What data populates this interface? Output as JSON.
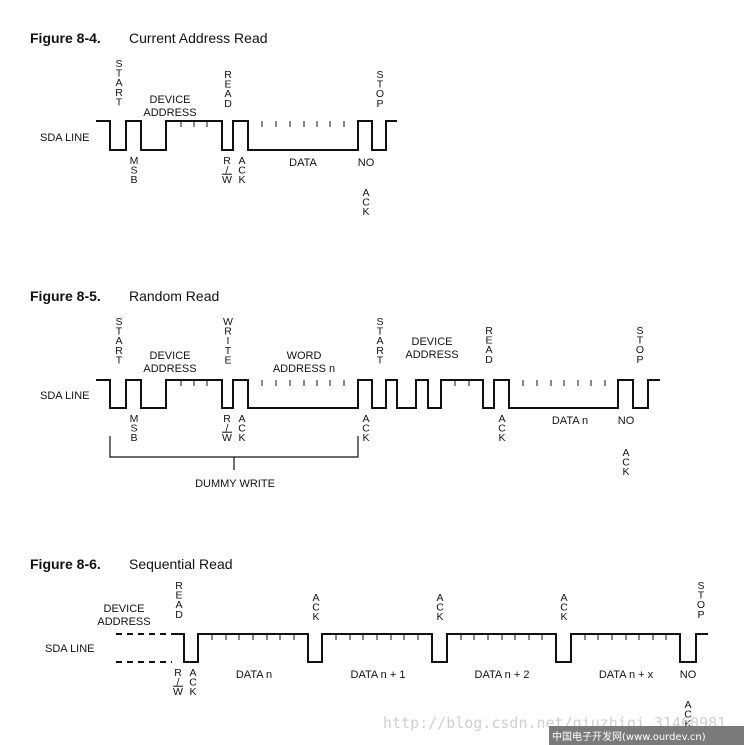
{
  "figures": [
    {
      "number": "Figure 8-4.",
      "title": "Current Address Read",
      "sda_label": "SDA LINE",
      "labels": {
        "start": "START",
        "device_address": [
          "DEVICE",
          "ADDRESS"
        ],
        "read": "READ",
        "stop": "STOP",
        "msb": "MSB",
        "rw": "R/W",
        "ack": "ACK",
        "data": "DATA",
        "no": "NO",
        "no_ack": "ACK"
      }
    },
    {
      "number": "Figure 8-5.",
      "title": "Random Read",
      "sda_label": "SDA LINE",
      "labels": {
        "start": "START",
        "device_address": [
          "DEVICE",
          "ADDRESS"
        ],
        "write": "WRITE",
        "word_address": [
          "WORD",
          "ADDRESS n"
        ],
        "start2": "START",
        "device_address2": [
          "DEVICE",
          "ADDRESS"
        ],
        "read": "READ",
        "stop": "STOP",
        "msb": "MSB",
        "rw": "R/W",
        "ack1": "ACK",
        "ack2": "ACK",
        "ack3": "ACK",
        "data_n": "DATA n",
        "no": "NO",
        "no_ack": "ACK",
        "dummy_write": "DUMMY WRITE"
      }
    },
    {
      "number": "Figure 8-6.",
      "title": "Sequential Read",
      "sda_label": "SDA LINE",
      "labels": {
        "device_address": [
          "DEVICE",
          "ADDRESS"
        ],
        "read": "READ",
        "ack1": "ACK",
        "ack2": "ACK",
        "ack3": "ACK",
        "stop": "STOP",
        "rw": "R/W",
        "ack_rw": "ACK",
        "data": [
          "DATA n",
          "DATA n + 1",
          "DATA n + 2",
          "DATA n + x"
        ],
        "no": "NO",
        "no_ack": "ACK"
      }
    }
  ],
  "watermark": {
    "url": "http://blog.csdn.net/qiuzhiqi_31460981",
    "site": "中国电子开发网(www.ourdev.cn)"
  }
}
